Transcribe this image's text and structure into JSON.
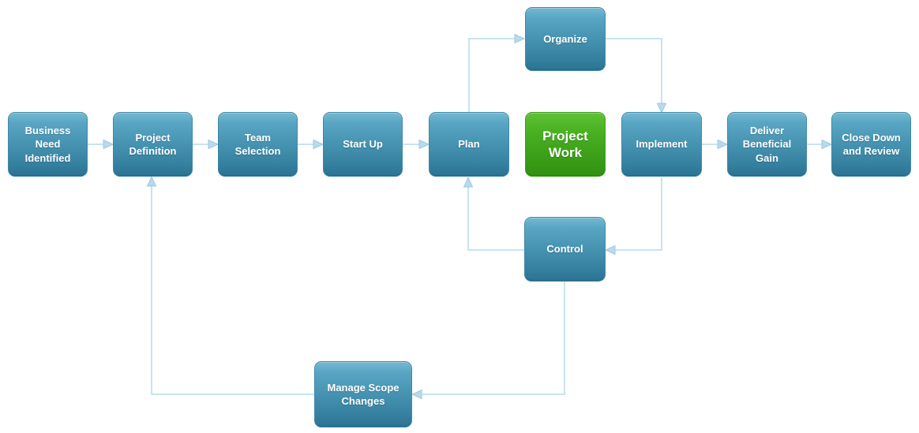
{
  "diagram": {
    "background": "#ffffff",
    "nodes": [
      {
        "id": "business-need",
        "label": "Business Need Identified",
        "type": "process"
      },
      {
        "id": "project-definition",
        "label": "Project Definition",
        "type": "process"
      },
      {
        "id": "team-selection",
        "label": "Team Selection",
        "type": "process"
      },
      {
        "id": "start-up",
        "label": "Start Up",
        "type": "process"
      },
      {
        "id": "plan",
        "label": "Plan",
        "type": "process"
      },
      {
        "id": "project-work",
        "label": "Project Work",
        "type": "highlight"
      },
      {
        "id": "implement",
        "label": "Implement",
        "type": "process"
      },
      {
        "id": "deliver-beneficial-gain",
        "label": "Deliver Beneficial Gain",
        "type": "process"
      },
      {
        "id": "close-down-and-review",
        "label": "Close Down and Review",
        "type": "process"
      },
      {
        "id": "organize",
        "label": "Organize",
        "type": "process"
      },
      {
        "id": "control",
        "label": "Control",
        "type": "process"
      },
      {
        "id": "manage-scope-changes",
        "label": "Manage Scope Changes",
        "type": "process"
      }
    ],
    "edges": [
      {
        "from": "business-need",
        "to": "project-definition"
      },
      {
        "from": "project-definition",
        "to": "team-selection"
      },
      {
        "from": "team-selection",
        "to": "start-up"
      },
      {
        "from": "start-up",
        "to": "plan"
      },
      {
        "from": "plan",
        "to": "organize"
      },
      {
        "from": "organize",
        "to": "implement"
      },
      {
        "from": "implement",
        "to": "deliver-beneficial-gain"
      },
      {
        "from": "deliver-beneficial-gain",
        "to": "close-down-and-review"
      },
      {
        "from": "implement",
        "to": "control"
      },
      {
        "from": "control",
        "to": "plan"
      },
      {
        "from": "control",
        "to": "manage-scope-changes"
      },
      {
        "from": "manage-scope-changes",
        "to": "project-definition"
      }
    ],
    "colors": {
      "node_gradient_top": "#74b8d1",
      "node_gradient_bottom": "#2b7392",
      "highlight_gradient_top": "#5ec233",
      "highlight_gradient_bottom": "#309110",
      "connector": "#abd2e5",
      "arrowhead": "#b9daeb",
      "text": "#ffffff"
    }
  }
}
